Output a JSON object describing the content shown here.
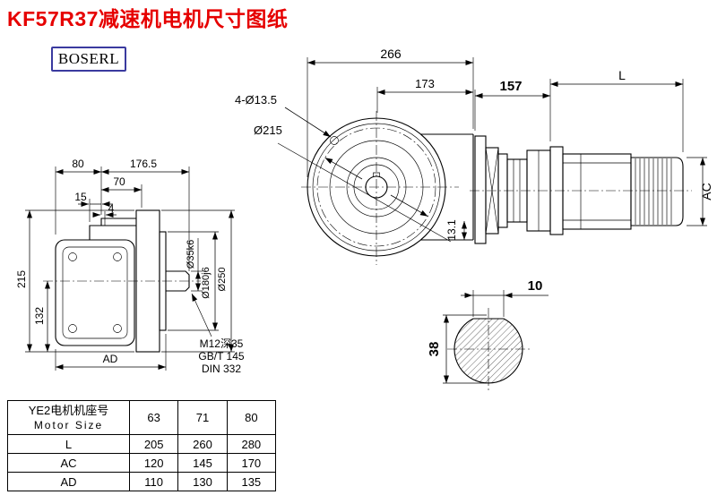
{
  "page": {
    "title": "KF57R37减速机电机尺寸图纸",
    "brand": "BOSERL"
  },
  "front_view": {
    "overall_width": "266",
    "width_173": "173",
    "bolt_holes": "4-Ø13.5",
    "bolt_circle_dia": "Ø215",
    "depth_13_1": "13.1"
  },
  "side_view": {
    "width_80": "80",
    "width_176_5": "176.5",
    "width_70": "70",
    "width_15": "15",
    "width_4": "4",
    "height_215": "215",
    "height_132": "132",
    "width_AD": "AD",
    "shaft_dia": "Ø35k6",
    "spigot_dia": "Ø180j6",
    "flange_dia": "Ø250",
    "tap_note_line1": "M12深35",
    "tap_note_line2": "GB/T 145",
    "tap_note_line3": "DIN 332"
  },
  "motor_view": {
    "width_157": "157",
    "length_L": "L",
    "height_AC": "AC"
  },
  "shaft_section": {
    "key_width": "10",
    "shaft_dia": "38"
  },
  "size_table": {
    "header": {
      "cn": "YE2电机机座号",
      "en": "Motor Size",
      "sizes": [
        "63",
        "71",
        "80"
      ]
    },
    "rows": [
      {
        "label": "L",
        "values": [
          "205",
          "260",
          "280"
        ]
      },
      {
        "label": "AC",
        "values": [
          "120",
          "145",
          "170"
        ]
      },
      {
        "label": "AD",
        "values": [
          "110",
          "130",
          "135"
        ]
      }
    ]
  }
}
